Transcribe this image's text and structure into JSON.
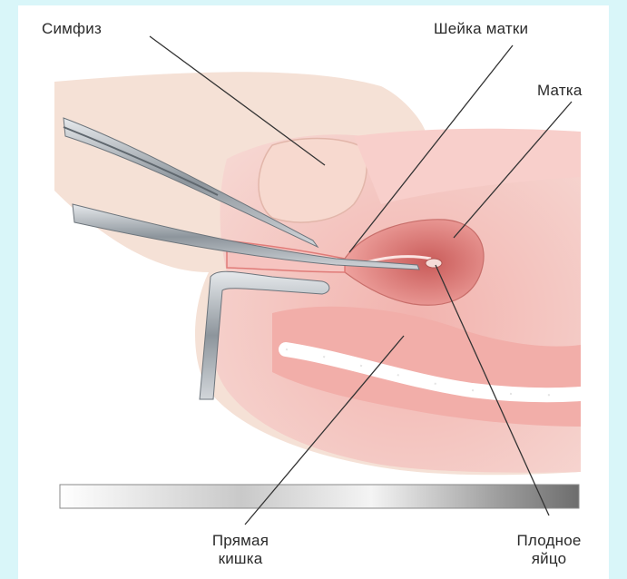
{
  "labels": {
    "symphysis": "Симфиз",
    "cervix": "Шейка матки",
    "uterus": "Матка",
    "rectum_line1": "Прямая",
    "rectum_line2": "кишка",
    "ovum_line1": "Плодное",
    "ovum_line2": "яйцо"
  },
  "colors": {
    "frame_background": "#d9f6f9",
    "panel_background": "#ffffff",
    "tissue_pink": "#f0b7b3",
    "tissue_deep": "#d9736f",
    "skin": "#f3ddd0",
    "instrument_steel": "#9aa3ab",
    "leader_line": "#333333"
  }
}
